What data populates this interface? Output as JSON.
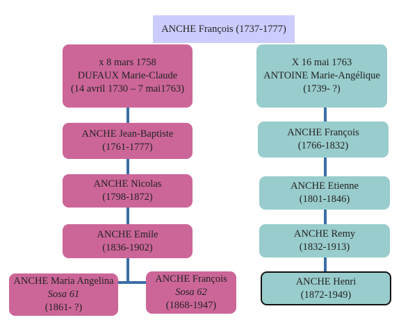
{
  "root": {
    "name": "ANCHE François (1737-1777)"
  },
  "left": {
    "spouse": {
      "line1": "x 8 mars 1758",
      "line2": "DUFAUX Marie-Claude",
      "line3": "(14 avril 1730 – 7 mai1763)"
    },
    "generations": [
      {
        "name": "ANCHE Jean-Baptiste",
        "dates": "(1761-1777)"
      },
      {
        "name": "ANCHE Nicolas",
        "dates": "(1798-1872)"
      },
      {
        "name": "ANCHE Emile",
        "dates": "(1836-1902)"
      }
    ],
    "children": [
      {
        "name": "ANCHE Maria Angelina",
        "sosa": "Sosa 61",
        "dates": "(1861- ?)"
      },
      {
        "name": "ANCHE François",
        "sosa": "Sosa 62",
        "dates": "(1868-1947)"
      }
    ]
  },
  "right": {
    "spouse": {
      "line1": "X 16 mai 1763",
      "line2": "ANTOINE Marie-Angélique",
      "line3": "(1739- ?)"
    },
    "generations": [
      {
        "name": "ANCHE François",
        "dates": "(1766-1832)"
      },
      {
        "name": "ANCHE Etienne",
        "dates": "(1801-1846)"
      },
      {
        "name": "ANCHE Remy",
        "dates": "(1832-1913)"
      },
      {
        "name": "ANCHE Henri",
        "dates": "(1872-1949)"
      }
    ]
  },
  "colors": {
    "pink": "#cc6699",
    "teal": "#99cccc",
    "root": "#ccccff",
    "connector": "#3a6ea5"
  }
}
